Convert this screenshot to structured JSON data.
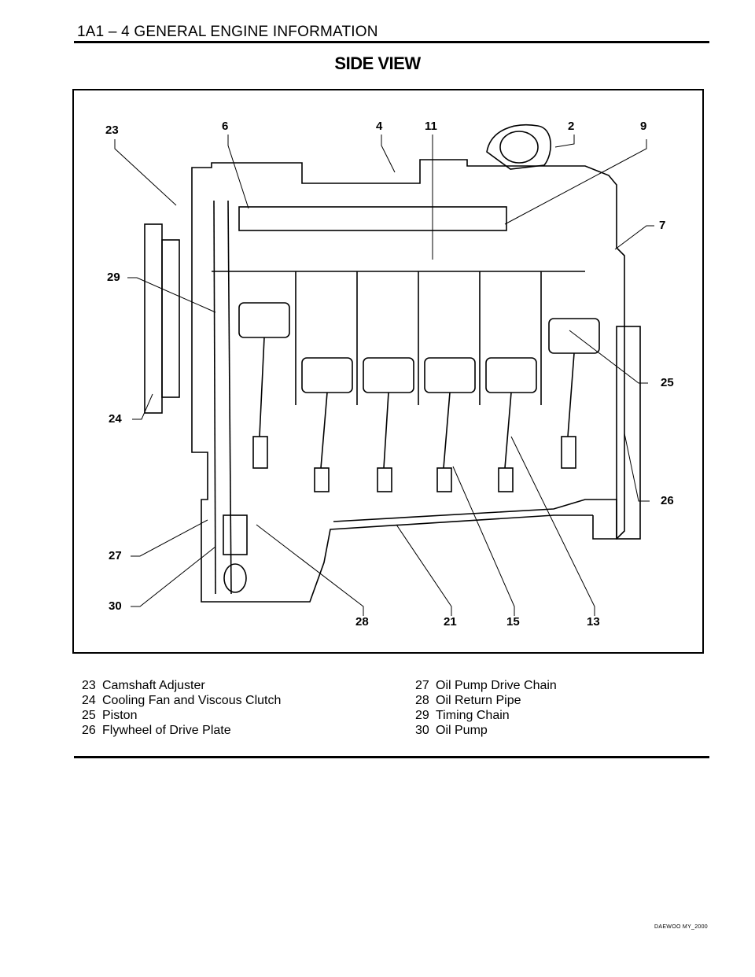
{
  "header": {
    "title": "1A1 – 4  GENERAL ENGINE INFORMATION"
  },
  "section_title": "SIDE VIEW",
  "figure": {
    "callouts": [
      "23",
      "6",
      "4",
      "11",
      "2",
      "9",
      "7",
      "29",
      "25",
      "24",
      "26",
      "27",
      "30",
      "28",
      "21",
      "15",
      "13"
    ]
  },
  "legend": {
    "left": [
      {
        "num": "23",
        "text": "Camshaft Adjuster"
      },
      {
        "num": "24",
        "text": "Cooling Fan and Viscous Clutch"
      },
      {
        "num": "25",
        "text": "Piston"
      },
      {
        "num": "26",
        "text": "Flywheel of Drive Plate"
      }
    ],
    "right": [
      {
        "num": "27",
        "text": "Oil Pump Drive Chain"
      },
      {
        "num": "28",
        "text": "Oil Return Pipe"
      },
      {
        "num": "29",
        "text": "Timing Chain"
      },
      {
        "num": "30",
        "text": "Oil Pump"
      }
    ]
  },
  "footer": {
    "code": "DAEWOO MY_2000"
  }
}
